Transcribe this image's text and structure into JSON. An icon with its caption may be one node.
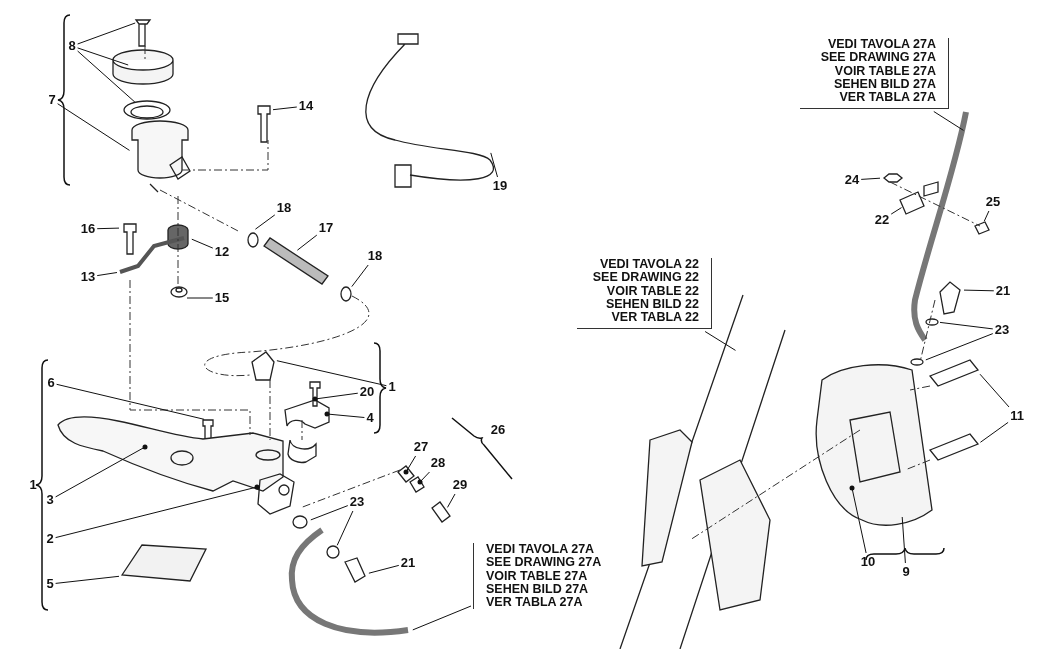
{
  "diagram": {
    "nodes": [
      {
        "text": [
          "8"
        ]
      },
      {
        "text": [
          "7"
        ]
      },
      {
        "text": [
          "14"
        ]
      },
      {
        "text": [
          "19"
        ]
      },
      {
        "text": [
          "VEDI TAVOLA 27A",
          "SEE DRAWING 27A",
          "VOIR TABLE 27A",
          "SEHEN BILD 27A",
          "VER TABLA 27A"
        ]
      },
      {
        "text": [
          "18"
        ]
      },
      {
        "text": [
          "17"
        ]
      },
      {
        "text": [
          "16"
        ]
      },
      {
        "text": [
          "12"
        ]
      },
      {
        "text": [
          "13"
        ]
      },
      {
        "text": [
          "15"
        ]
      },
      {
        "text": [
          "18"
        ]
      },
      {
        "text": [
          "24"
        ]
      },
      {
        "text": [
          "22"
        ]
      },
      {
        "text": [
          "25"
        ]
      },
      {
        "text": [
          "VEDI TAVOLA 22",
          "SEE DRAWING 22",
          "VOIR TABLE 22",
          "SEHEN BILD 22",
          "VER TABLA 22"
        ]
      },
      {
        "text": [
          "21"
        ]
      },
      {
        "text": [
          "23"
        ]
      },
      {
        "text": [
          "20"
        ]
      },
      {
        "text": [
          "1"
        ]
      },
      {
        "text": [
          "6"
        ]
      },
      {
        "text": [
          "4"
        ]
      },
      {
        "text": [
          "11"
        ]
      },
      {
        "text": [
          "3"
        ]
      },
      {
        "text": [
          "27"
        ]
      },
      {
        "text": [
          "28"
        ]
      },
      {
        "text": [
          "29"
        ]
      },
      {
        "text": [
          "23"
        ]
      },
      {
        "text": [
          "2"
        ]
      },
      {
        "text": [
          "21"
        ]
      },
      {
        "text": [
          "10"
        ]
      },
      {
        "text": [
          "9"
        ]
      },
      {
        "text": [
          "5"
        ]
      },
      {
        "text": [
          "VEDI TAVOLA 27A",
          "SEE DRAWING 27A",
          "VOIR TABLE 27A",
          "SEHEN BILD 27A",
          "VER TABLA 27A"
        ]
      }
    ],
    "edges": [
      {
        "from": 0,
        "to": null,
        "arrow": "none"
      },
      {
        "from": 0,
        "to": null,
        "arrow": "none"
      },
      {
        "from": 0,
        "to": null,
        "arrow": "none"
      },
      {
        "from": 1,
        "to": null,
        "arrow": "none"
      },
      {
        "from": 2,
        "to": null,
        "arrow": "none"
      },
      {
        "from": 3,
        "to": null,
        "arrow": "none"
      },
      {
        "from": 4,
        "to": null,
        "arrow": "none"
      },
      {
        "from": 5,
        "to": null,
        "arrow": "none"
      },
      {
        "from": 6,
        "to": null,
        "arrow": "none"
      },
      {
        "from": 7,
        "to": null,
        "arrow": "none"
      },
      {
        "from": 8,
        "to": null,
        "arrow": "none"
      },
      {
        "from": 9,
        "to": null,
        "arrow": "none"
      },
      {
        "from": 10,
        "to": null,
        "arrow": "none"
      },
      {
        "from": 11,
        "to": null,
        "arrow": "none"
      },
      {
        "from": 12,
        "to": null,
        "arrow": "none"
      },
      {
        "from": 13,
        "to": null,
        "arrow": "none"
      },
      {
        "from": 14,
        "to": null,
        "arrow": "none"
      },
      {
        "from": 15,
        "to": null,
        "arrow": "none"
      },
      {
        "from": 16,
        "to": null,
        "arrow": "none"
      },
      {
        "from": 17,
        "to": null,
        "arrow": "none"
      },
      {
        "from": 17,
        "to": null,
        "arrow": "none"
      },
      {
        "from": 18,
        "to": null,
        "arrow": "other"
      },
      {
        "from": 19,
        "to": null,
        "arrow": "none"
      },
      {
        "from": 20,
        "to": null,
        "arrow": "none"
      },
      {
        "from": 21,
        "to": null,
        "arrow": "other"
      },
      {
        "from": 22,
        "to": null,
        "arrow": "none"
      },
      {
        "from": 22,
        "to": null,
        "arrow": "none"
      },
      {
        "from": 23,
        "to": null,
        "arrow": "other"
      },
      {
        "from": 24,
        "to": null,
        "arrow": "other"
      },
      {
        "from": 25,
        "to": null,
        "arrow": "other"
      },
      {
        "from": 26,
        "to": null,
        "arrow": "none"
      },
      {
        "from": 27,
        "to": null,
        "arrow": "none"
      },
      {
        "from": 27,
        "to": null,
        "arrow": "none"
      },
      {
        "from": 28,
        "to": null,
        "arrow": "other"
      },
      {
        "from": 29,
        "to": null,
        "arrow": "none"
      },
      {
        "from": 30,
        "to": null,
        "arrow": "other"
      },
      {
        "from": 31,
        "to": null,
        "arrow": "none"
      },
      {
        "from": 32,
        "to": null,
        "arrow": "none"
      },
      {
        "from": 33,
        "to": null,
        "arrow": "none"
      }
    ],
    "labels": [
      "26",
      "1"
    ]
  }
}
